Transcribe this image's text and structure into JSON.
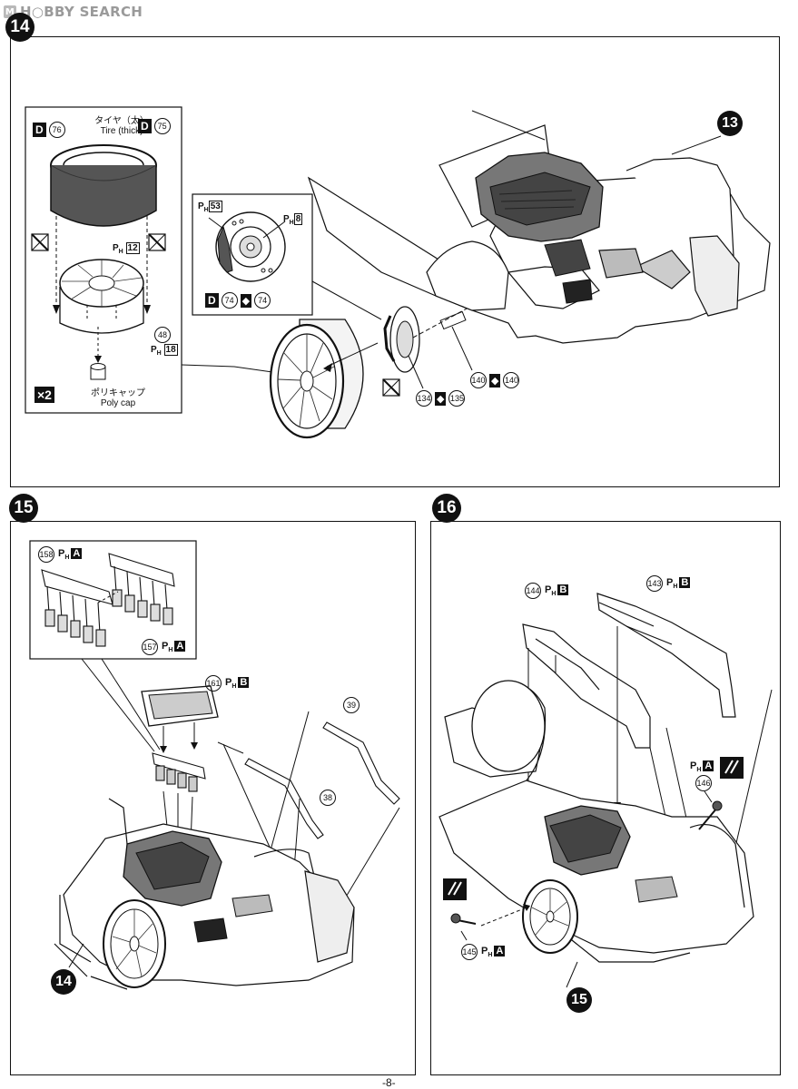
{
  "watermark": {
    "badge": "M",
    "text": "H○BBY SEARCH"
  },
  "page_number": "-8-",
  "step14": {
    "number": "14",
    "inset": {
      "tire_jp": "タイヤ（太）",
      "tire_en": "Tire (thick)",
      "tire_part_left": "76",
      "tire_part_right": "75",
      "tire_letter": "D",
      "wheel_part_num": "12",
      "wheel_part": "48",
      "wheel_part_num2": "18",
      "polycap_jp": "ポリキャップ",
      "polycap_en": "Poly cap",
      "multiplier": "×2"
    },
    "brake_inset": {
      "runner_left": "53",
      "runner_right": "8",
      "part_a": "74",
      "part_b": "74",
      "letter": "D"
    },
    "parts": {
      "p134": "134",
      "p135": "135",
      "p140a": "140",
      "p140b": "140"
    },
    "ref_step": "13"
  },
  "step15": {
    "number": "15",
    "inset": {
      "p158": "158",
      "p157": "157",
      "runner": "A"
    },
    "parts": {
      "p161": "161",
      "p161_runner": "B",
      "p39": "39",
      "p38": "38"
    },
    "ref_step": "14"
  },
  "step16": {
    "number": "16",
    "parts": {
      "p144": "144",
      "p143": "143",
      "runner_b": "B",
      "p146": "146",
      "p145": "145",
      "runner_a": "A"
    },
    "ref_step": "15"
  }
}
